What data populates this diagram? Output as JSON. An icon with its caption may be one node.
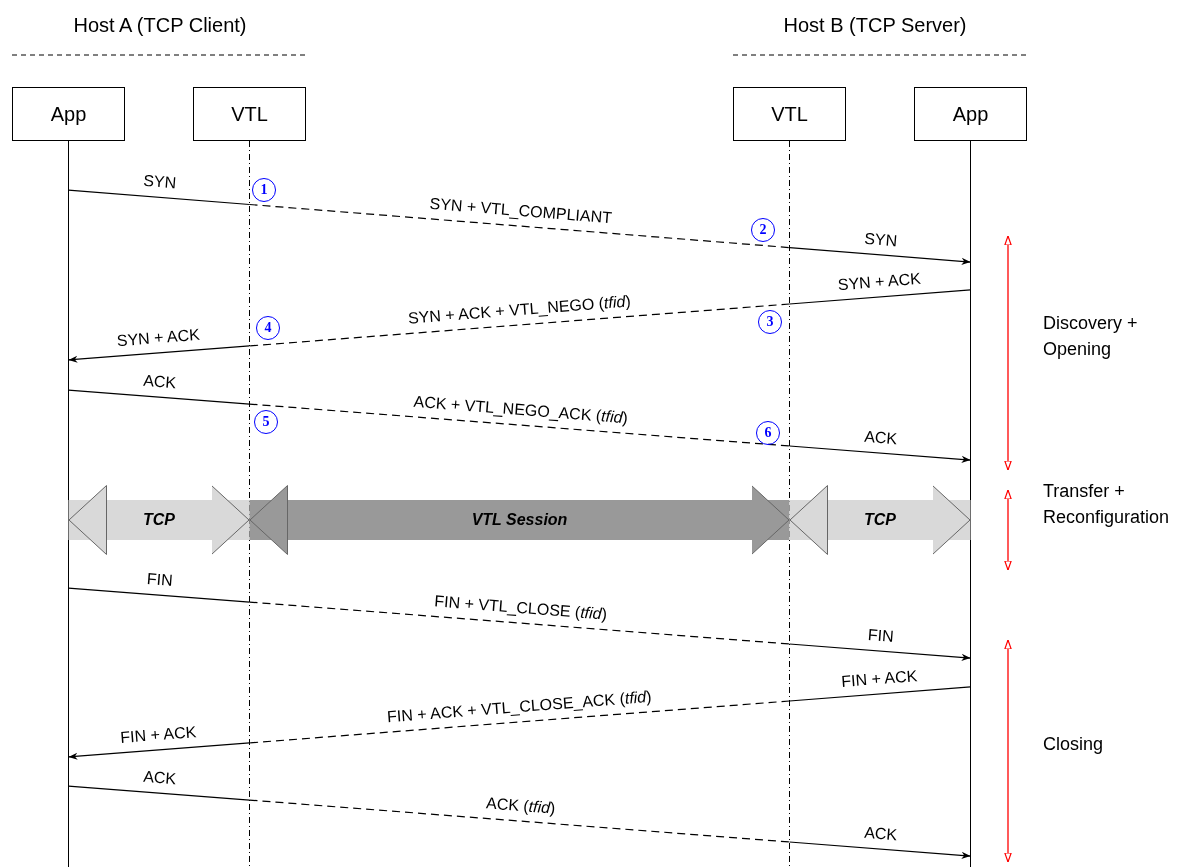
{
  "diagram": {
    "nodes": [
      {
        "text": [
          "App"
        ]
      },
      {
        "text": [
          "VTL"
        ]
      },
      {
        "text": [
          "VTL"
        ]
      },
      {
        "text": [
          "App"
        ]
      }
    ],
    "edges": [
      {
        "from": 0,
        "to": 1,
        "arrow": "none",
        "label": "SYN"
      },
      {
        "from": 1,
        "to": 2,
        "arrow": "none",
        "label": "SYN + VTL_COMPLIANT",
        "style": "dashed"
      },
      {
        "from": 2,
        "to": 3,
        "arrow": "to",
        "label": "SYN"
      },
      {
        "from": 3,
        "to": 2,
        "arrow": "none",
        "label": "SYN + ACK"
      },
      {
        "from": 2,
        "to": 1,
        "arrow": "none",
        "label": "SYN + ACK + VTL_NEGO (*tfid*)",
        "style": "dashed"
      },
      {
        "from": 1,
        "to": 0,
        "arrow": "to",
        "label": "SYN + ACK"
      },
      {
        "from": 0,
        "to": 1,
        "arrow": "none",
        "label": "ACK"
      },
      {
        "from": 1,
        "to": 2,
        "arrow": "none",
        "label": "ACK + VTL_NEGO_ACK (*tfid*)",
        "style": "dashed"
      },
      {
        "from": 2,
        "to": 3,
        "arrow": "to",
        "label": "ACK"
      },
      {
        "from": 0,
        "to": 1,
        "arrow": "both",
        "label": "TCP",
        "style": "thick",
        "color": "#d9d9d9"
      },
      {
        "from": 1,
        "to": 2,
        "arrow": "both",
        "label": "VTL Session",
        "style": "thick",
        "color": "#999999"
      },
      {
        "from": 2,
        "to": 3,
        "arrow": "both",
        "label": "TCP",
        "style": "thick",
        "color": "#d9d9d9"
      },
      {
        "from": 0,
        "to": 1,
        "arrow": "none",
        "label": "FIN"
      },
      {
        "from": 1,
        "to": 2,
        "arrow": "none",
        "label": "FIN + VTL_CLOSE (*tfid*)",
        "style": "dashed"
      },
      {
        "from": 2,
        "to": 3,
        "arrow": "to",
        "label": "FIN"
      },
      {
        "from": 3,
        "to": 2,
        "arrow": "none",
        "label": "FIN + ACK"
      },
      {
        "from": 2,
        "to": 1,
        "arrow": "none",
        "label": "FIN + ACK + VTL_CLOSE_ACK (*tfid*)",
        "style": "dashed"
      },
      {
        "from": 1,
        "to": 0,
        "arrow": "to",
        "label": "FIN + ACK"
      },
      {
        "from": 0,
        "to": 1,
        "arrow": "none",
        "label": "ACK"
      },
      {
        "from": 1,
        "to": 2,
        "arrow": "none",
        "label": "ACK (*tfid*)",
        "style": "dashed"
      },
      {
        "from": 2,
        "to": 3,
        "arrow": "to",
        "label": "ACK"
      }
    ],
    "labels": [
      "Host A (TCP Client)",
      "Host B (TCP Server)",
      "1",
      "2",
      "4",
      "3",
      "Discovery + Opening",
      "5",
      "6",
      "Transfer + Reconfiguration",
      "Closing"
    ]
  }
}
